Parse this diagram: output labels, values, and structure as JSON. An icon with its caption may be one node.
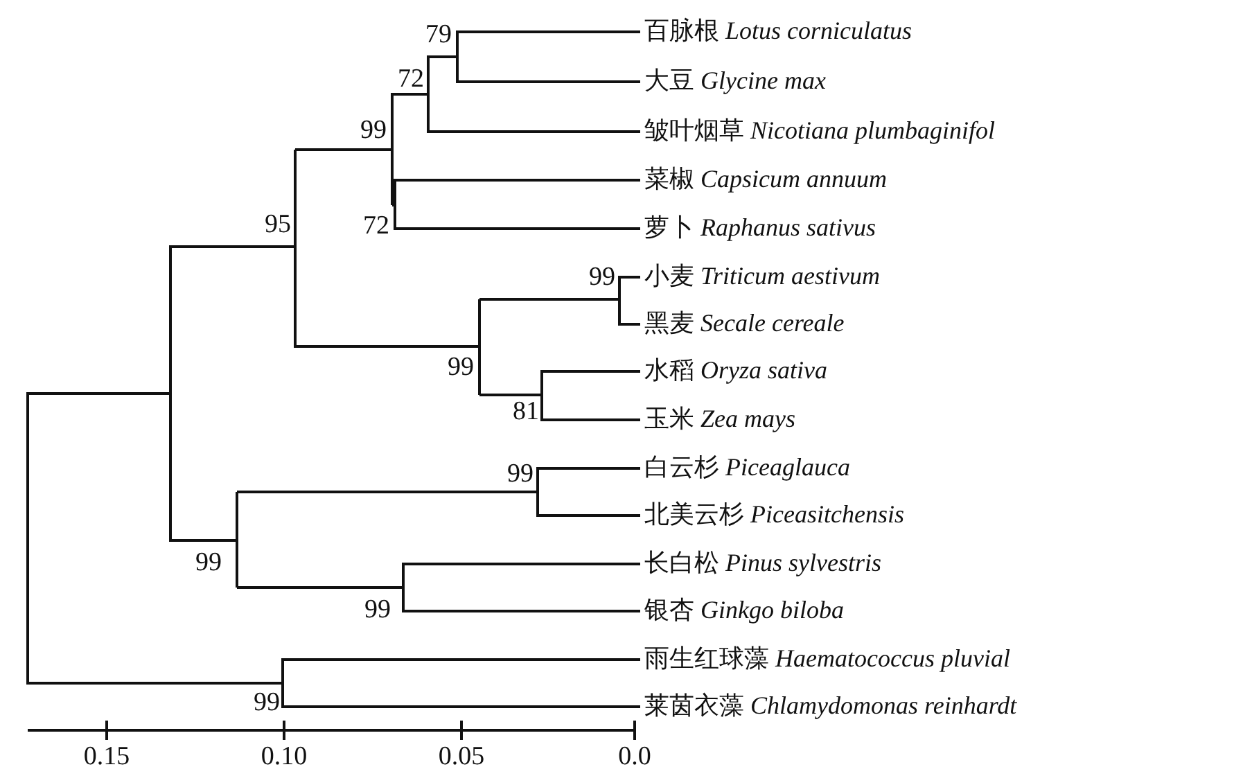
{
  "diagram": {
    "labels": [
      "79",
      "百脉根 *Lotus corniculatus*",
      "72",
      "大豆 *Glycine max*",
      "99",
      "皱叶烟草 *Nicotiana plumbaginifol*",
      "菜椒 *Capsicum annuum*",
      "95",
      "72",
      "萝卜 *Raphanus sativus*",
      "99",
      "小麦 *Triticum aestivum*",
      "黑麦 *Secale cereale*",
      "99",
      "水稻 *Oryza sativa*",
      "81",
      "玉米 *Zea mays*",
      "99",
      "白云杉 *Piceaglauca*",
      "北美云杉 *Piceasitchensis*",
      "99",
      "长白松 *Pinus sylvestris*",
      "99",
      "银杏 *Ginkgo biloba*",
      "雨生红球藻 *Haematococcus pluvial*",
      "99",
      "莱茵衣藻 *Chlamydomonas reinhardt*",
      "0.15",
      "0.10",
      "0.05",
      "0.0"
    ]
  }
}
